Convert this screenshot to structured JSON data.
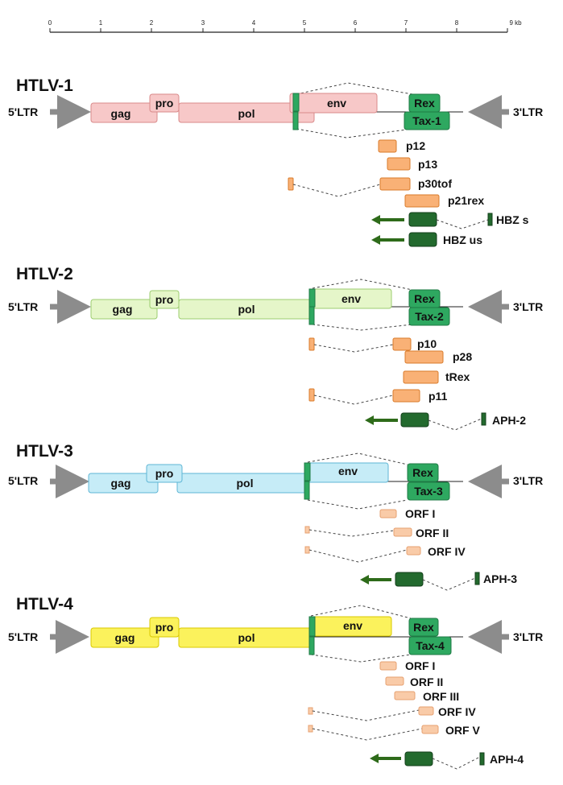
{
  "colors": {
    "htlv1": {
      "fill": "#f7c8c8",
      "stroke": "#d98a8a"
    },
    "htlv2": {
      "fill": "#e5f6c9",
      "stroke": "#9ccc6f"
    },
    "htlv3": {
      "fill": "#c6ecf7",
      "stroke": "#5fb6d5"
    },
    "htlv4": {
      "fill": "#fbf25c",
      "stroke": "#d9c800"
    },
    "accessory": {
      "fill": "#f9b176",
      "stroke": "#d97b2b"
    },
    "accessory_light": {
      "fill": "#f9cba8",
      "stroke": "#e6a070"
    },
    "regulatory": {
      "fill": "#2ea860",
      "stroke": "#1f7a45"
    },
    "antisense": {
      "fill": "#236a2e",
      "stroke": "#133f1a"
    },
    "ltr_arrow": "#8c8c8c",
    "antisense_arrow": "#2e6b1a"
  },
  "scale": {
    "ticks": [
      "0",
      "1",
      "2",
      "3",
      "4",
      "5",
      "6",
      "7",
      "8",
      "9 kb"
    ]
  },
  "viruses": [
    {
      "id": "htlv1",
      "title": "HTLV-1",
      "ltr5": "5'LTR",
      "ltr3": "3'LTR",
      "genes": {
        "gag": "gag",
        "pro": "pro",
        "pol": "pol",
        "env": "env",
        "rex": "Rex",
        "tax": "Tax-1"
      },
      "accessory": [
        {
          "label": "p12"
        },
        {
          "label": "p13"
        },
        {
          "label": "p30tof"
        },
        {
          "label": "p21rex"
        }
      ],
      "antisense": [
        {
          "label": "HBZ s"
        },
        {
          "label": "HBZ us"
        }
      ]
    },
    {
      "id": "htlv2",
      "title": "HTLV-2",
      "ltr5": "5'LTR",
      "ltr3": "3'LTR",
      "genes": {
        "gag": "gag",
        "pro": "pro",
        "pol": "pol",
        "env": "env",
        "rex": "Rex",
        "tax": "Tax-2"
      },
      "accessory": [
        {
          "label": "p10"
        },
        {
          "label": "p28"
        },
        {
          "label": "tRex"
        },
        {
          "label": "p11"
        }
      ],
      "antisense": [
        {
          "label": "APH-2"
        }
      ]
    },
    {
      "id": "htlv3",
      "title": "HTLV-3",
      "ltr5": "5'LTR",
      "ltr3": "3'LTR",
      "genes": {
        "gag": "gag",
        "pro": "pro",
        "pol": "pol",
        "env": "env",
        "rex": "Rex",
        "tax": "Tax-3"
      },
      "accessory": [
        {
          "label": "ORF I"
        },
        {
          "label": "ORF II"
        },
        {
          "label": "ORF IV"
        }
      ],
      "antisense": [
        {
          "label": "APH-3"
        }
      ]
    },
    {
      "id": "htlv4",
      "title": "HTLV-4",
      "ltr5": "5'LTR",
      "ltr3": "3'LTR",
      "genes": {
        "gag": "gag",
        "pro": "pro",
        "pol": "pol",
        "env": "env",
        "rex": "Rex",
        "tax": "Tax-4"
      },
      "accessory": [
        {
          "label": "ORF I"
        },
        {
          "label": "ORF II"
        },
        {
          "label": "ORF III"
        },
        {
          "label": "ORF IV"
        },
        {
          "label": "ORF V"
        }
      ],
      "antisense": [
        {
          "label": "APH-4"
        }
      ]
    }
  ]
}
